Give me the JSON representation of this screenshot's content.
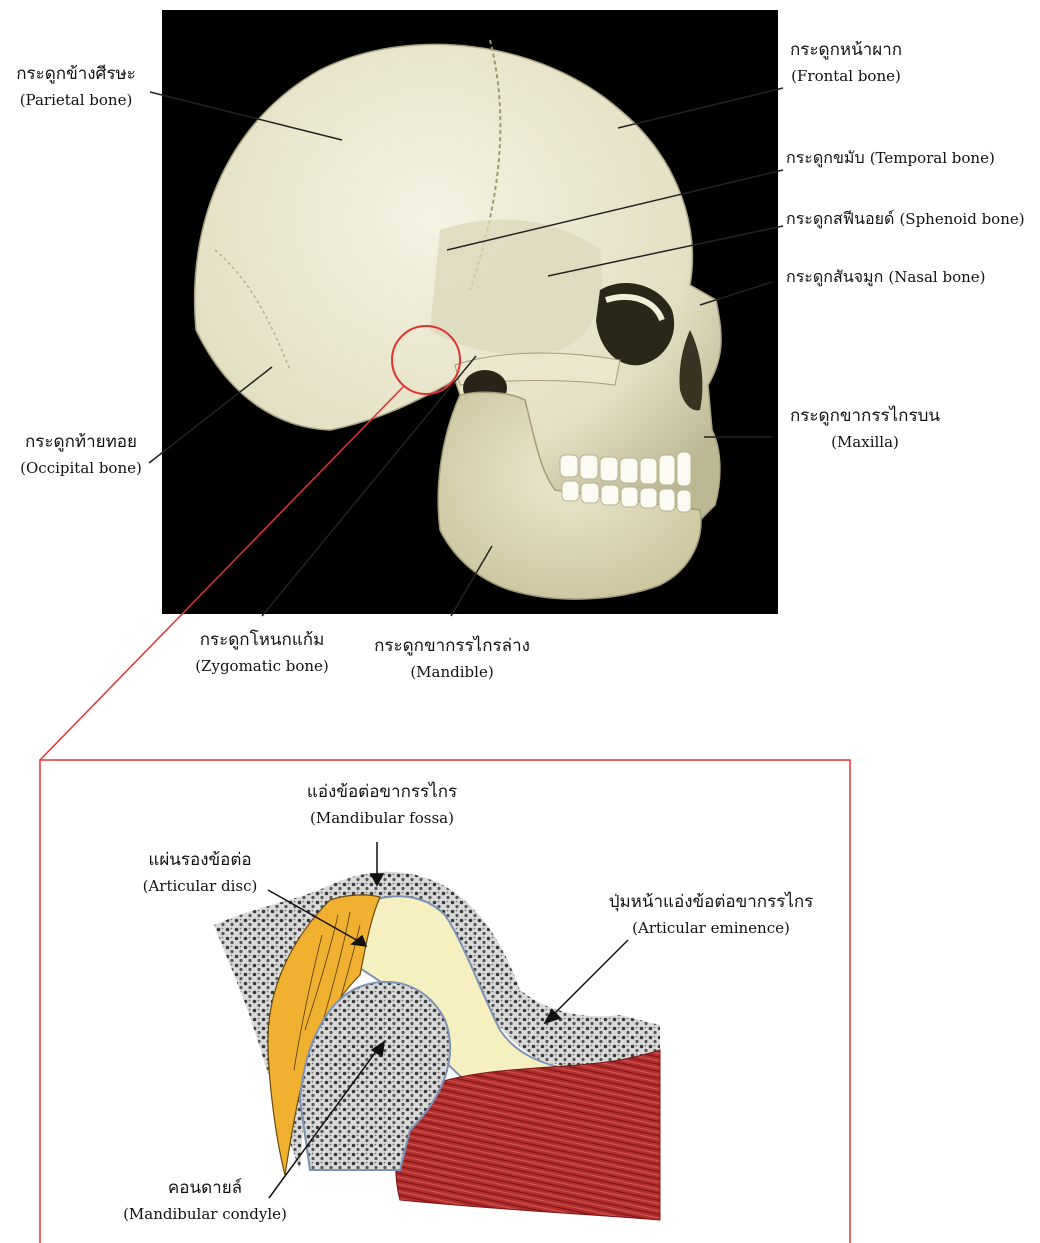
{
  "skull_labels": {
    "parietal": {
      "th": "กระดูกข้างศีรษะ",
      "en": "(Parietal bone)"
    },
    "frontal": {
      "th": "กระดูกหน้าผาก",
      "en": "(Frontal bone)"
    },
    "temporal": {
      "th": "กระดูกขมับ",
      "en": "(Temporal bone)"
    },
    "sphenoid": {
      "th": "กระดูกสฟีนอยด์",
      "en": "(Sphenoid bone)"
    },
    "nasal": {
      "th": "กระดูกสันจมูก",
      "en": "(Nasal bone)"
    },
    "maxilla": {
      "th": "กระดูกขากรรไกรบน",
      "en": "(Maxilla)"
    },
    "occipital": {
      "th": "กระดูกท้ายทอย",
      "en": "(Occipital bone)"
    },
    "zygomatic": {
      "th": "กระดูกโหนกแก้ม",
      "en": "(Zygomatic bone)"
    },
    "mandible": {
      "th": "กระดูกขากรรไกรล่าง",
      "en": "(Mandible)"
    }
  },
  "tmj_labels": {
    "fossa": {
      "th": "แอ่งข้อต่อขากรรไกร",
      "en": "(Mandibular fossa)"
    },
    "disc": {
      "th": "แผ่นรองข้อต่อ",
      "en": "(Articular disc)"
    },
    "eminence": {
      "th": "ปุ่มหน้าแอ่งข้อต่อขากรรไกร",
      "en": "(Articular eminence)"
    },
    "condyle": {
      "th": "คอนดายล์",
      "en": "(Mandibular condyle)"
    }
  },
  "colors": {
    "photo_background": "#000000",
    "bone": "#e9e6cf",
    "highlight": "#e23232",
    "cartilage": "#f0b030",
    "synovial": "#f6efc0",
    "muscle": "#b02a2a"
  }
}
